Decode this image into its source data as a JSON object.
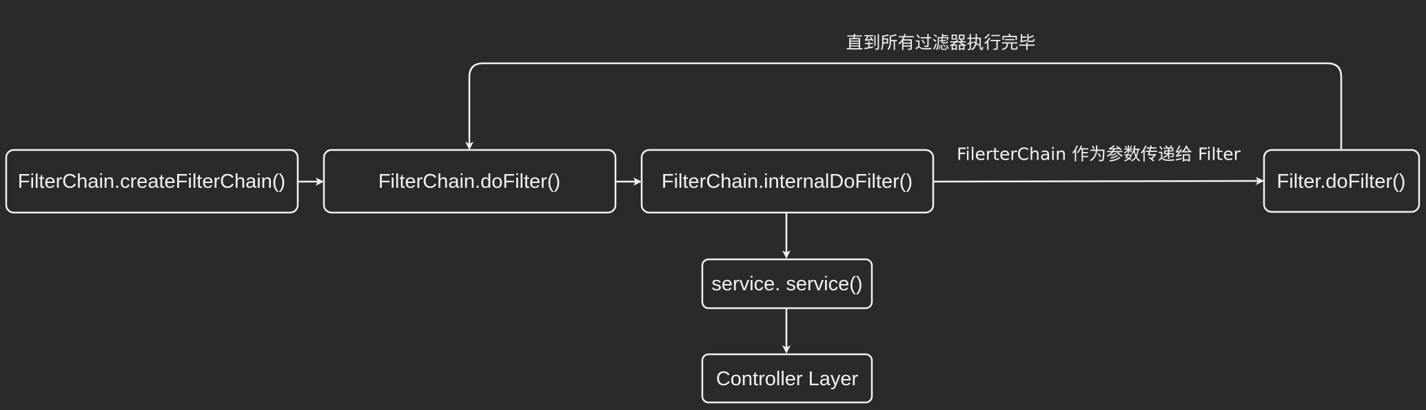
{
  "diagram": {
    "nodes": {
      "create_chain": "FilterChain.createFilterChain()",
      "do_filter": "FilterChain.doFilter()",
      "internal_do_filter": "FilterChain.internalDoFilter()",
      "filter_do_filter": "Filter.doFilter()",
      "service": "service. service()",
      "controller": "Controller Layer"
    },
    "edge_labels": {
      "loop_back": "直到所有过滤器执行完毕",
      "pass_chain": "FilerterChain 作为参数传递给 Filter"
    },
    "colors": {
      "background": "#2a2a2a",
      "stroke": "#f2f2f2",
      "text": "#f2f2f2"
    }
  }
}
